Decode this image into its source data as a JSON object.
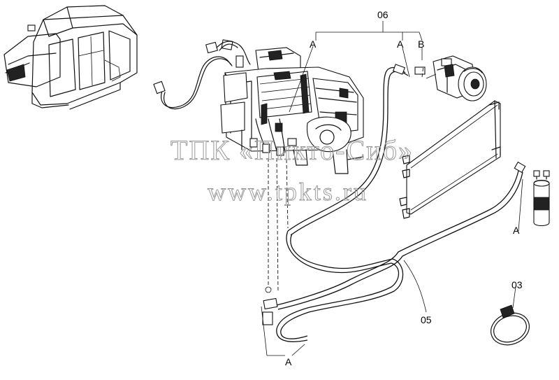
{
  "callouts": {
    "part_06": "06",
    "part_05": "05",
    "part_03": "03",
    "conn_a": "A",
    "conn_b": "B"
  },
  "watermark": {
    "line1": "ТПК «Пикто-Сиб»",
    "line2": "www.tpkts.ru"
  }
}
